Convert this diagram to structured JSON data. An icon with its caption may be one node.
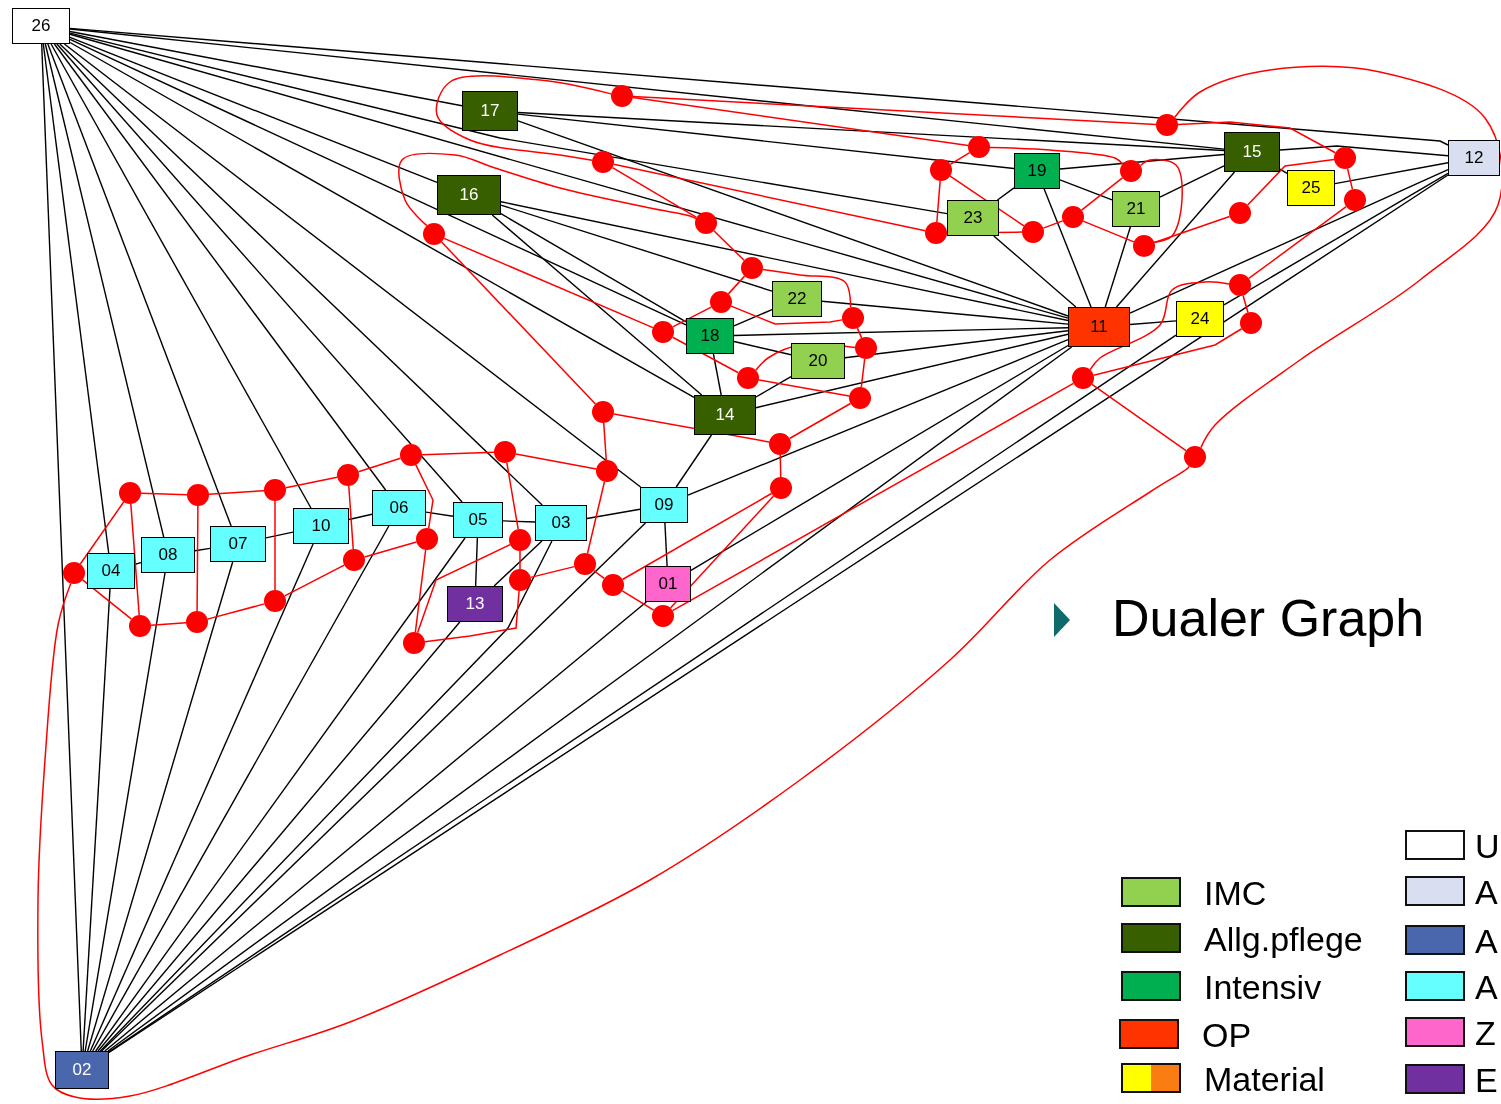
{
  "diagram": {
    "title": "Dualer Graph",
    "nodes": [
      {
        "text": [
          "26"
        ]
      },
      {
        "text": [
          "17"
        ]
      },
      {
        "text": [
          "15"
        ]
      },
      {
        "text": [
          "12"
        ]
      },
      {
        "text": [
          "19"
        ]
      },
      {
        "text": [
          "25"
        ]
      },
      {
        "text": [
          "16"
        ]
      },
      {
        "text": [
          "21"
        ]
      },
      {
        "text": [
          "23"
        ]
      },
      {
        "text": [
          "22"
        ]
      },
      {
        "text": [
          "24"
        ]
      },
      {
        "text": [
          "11"
        ]
      },
      {
        "text": [
          "18"
        ]
      },
      {
        "text": [
          "20"
        ]
      },
      {
        "text": [
          "14"
        ]
      },
      {
        "text": [
          "09"
        ]
      },
      {
        "text": [
          "06"
        ]
      },
      {
        "text": [
          "05"
        ]
      },
      {
        "text": [
          "03"
        ]
      },
      {
        "text": [
          "10"
        ]
      },
      {
        "text": [
          "07"
        ]
      },
      {
        "text": [
          "08"
        ]
      },
      {
        "text": [
          "04"
        ]
      },
      {
        "text": [
          "01"
        ]
      },
      {
        "text": [
          "13"
        ]
      },
      {
        "text": [
          "02"
        ]
      },
      {
        "text": [],
        "shape": "circle"
      },
      {
        "text": [],
        "shape": "circle"
      },
      {
        "text": [],
        "shape": "circle"
      },
      {
        "text": [],
        "shape": "circle"
      },
      {
        "text": [],
        "shape": "circle"
      },
      {
        "text": [],
        "shape": "circle"
      },
      {
        "text": [],
        "shape": "circle"
      },
      {
        "text": [],
        "shape": "circle"
      },
      {
        "text": [],
        "shape": "circle"
      },
      {
        "text": [],
        "shape": "circle"
      },
      {
        "text": [],
        "shape": "circle"
      },
      {
        "text": [],
        "shape": "circle"
      },
      {
        "text": [],
        "shape": "circle"
      },
      {
        "text": [],
        "shape": "circle"
      },
      {
        "text": [],
        "shape": "circle"
      },
      {
        "text": [],
        "shape": "circle"
      },
      {
        "text": [],
        "shape": "circle"
      },
      {
        "text": [],
        "shape": "circle"
      },
      {
        "text": [],
        "shape": "circle"
      },
      {
        "text": [],
        "shape": "circle"
      },
      {
        "text": [],
        "shape": "circle"
      },
      {
        "text": [],
        "shape": "circle"
      },
      {
        "text": [],
        "shape": "circle"
      },
      {
        "text": [],
        "shape": "circle"
      },
      {
        "text": [],
        "shape": "circle"
      },
      {
        "text": [],
        "shape": "circle"
      },
      {
        "text": [],
        "shape": "circle"
      },
      {
        "text": [],
        "shape": "circle"
      },
      {
        "text": [],
        "shape": "circle"
      },
      {
        "text": [],
        "shape": "circle"
      },
      {
        "text": [],
        "shape": "circle"
      },
      {
        "text": [],
        "shape": "circle"
      },
      {
        "text": [],
        "shape": "circle"
      },
      {
        "text": [],
        "shape": "circle"
      },
      {
        "text": [],
        "shape": "circle"
      },
      {
        "text": [],
        "shape": "circle"
      },
      {
        "text": [],
        "shape": "circle"
      },
      {
        "text": [],
        "shape": "circle"
      },
      {
        "text": [],
        "shape": "circle"
      },
      {
        "text": [],
        "shape": "circle"
      },
      {
        "text": [],
        "shape": "circle"
      },
      {
        "text": [],
        "shape": "circle"
      },
      {
        "text": [],
        "shape": "circle"
      },
      {
        "text": [],
        "shape": "circle"
      },
      {
        "text": [],
        "shape": "circle"
      },
      {
        "text": [],
        "shape": "circle"
      },
      {
        "text": [],
        "shape": "circle"
      },
      {
        "text": [],
        "shape": "circle"
      }
    ],
    "edges": [
      {
        "from": 0,
        "to": 3,
        "arrow": "none"
      },
      {
        "from": 0,
        "to": 2,
        "arrow": "none"
      },
      {
        "from": 0,
        "to": 1,
        "arrow": "none"
      },
      {
        "from": 0,
        "to": 8,
        "arrow": "none"
      },
      {
        "from": 0,
        "to": 6,
        "arrow": "none"
      },
      {
        "from": 0,
        "to": 11,
        "arrow": "none"
      },
      {
        "from": 0,
        "to": 12,
        "arrow": "none"
      },
      {
        "from": 0,
        "to": 14,
        "arrow": "none"
      },
      {
        "from": 0,
        "to": 15,
        "arrow": "none"
      },
      {
        "from": 0,
        "to": 18,
        "arrow": "none"
      },
      {
        "from": 0,
        "to": 17,
        "arrow": "none"
      },
      {
        "from": 0,
        "to": 16,
        "arrow": "none"
      },
      {
        "from": 0,
        "to": 19,
        "arrow": "none"
      },
      {
        "from": 0,
        "to": 20,
        "arrow": "none"
      },
      {
        "from": 0,
        "to": 21,
        "arrow": "none"
      },
      {
        "from": 0,
        "to": 22,
        "arrow": "none"
      },
      {
        "from": 0,
        "to": 25,
        "arrow": "none"
      },
      {
        "from": 1,
        "to": 2,
        "arrow": "none"
      },
      {
        "from": 1,
        "to": 4,
        "arrow": "none"
      },
      {
        "from": 1,
        "to": 11,
        "arrow": "none"
      },
      {
        "from": 6,
        "to": 11,
        "arrow": "none"
      },
      {
        "from": 6,
        "to": 9,
        "arrow": "none"
      },
      {
        "from": 6,
        "to": 12,
        "arrow": "none"
      },
      {
        "from": 6,
        "to": 14,
        "arrow": "none"
      },
      {
        "from": 4,
        "to": 2,
        "arrow": "none"
      },
      {
        "from": 4,
        "to": 8,
        "arrow": "none"
      },
      {
        "from": 4,
        "to": 7,
        "arrow": "none"
      },
      {
        "from": 4,
        "to": 11,
        "arrow": "none"
      },
      {
        "from": 8,
        "to": 11,
        "arrow": "none"
      },
      {
        "from": 7,
        "to": 11,
        "arrow": "none"
      },
      {
        "from": 7,
        "to": 2,
        "arrow": "none"
      },
      {
        "from": 2,
        "to": 11,
        "arrow": "none"
      },
      {
        "from": 2,
        "to": 5,
        "arrow": "none"
      },
      {
        "from": 2,
        "to": 3,
        "arrow": "none"
      },
      {
        "from": 5,
        "to": 3,
        "arrow": "none"
      },
      {
        "from": 11,
        "to": 3,
        "arrow": "none"
      },
      {
        "from": 11,
        "to": 10,
        "arrow": "none"
      },
      {
        "from": 11,
        "to": 9,
        "arrow": "none"
      },
      {
        "from": 11,
        "to": 12,
        "arrow": "none"
      },
      {
        "from": 11,
        "to": 13,
        "arrow": "none"
      },
      {
        "from": 11,
        "to": 14,
        "arrow": "none"
      },
      {
        "from": 11,
        "to": 15,
        "arrow": "none"
      },
      {
        "from": 11,
        "to": 23,
        "arrow": "none"
      },
      {
        "from": 11,
        "to": 25,
        "arrow": "none"
      },
      {
        "from": 10,
        "to": 3,
        "arrow": "none"
      },
      {
        "from": 12,
        "to": 9,
        "arrow": "none"
      },
      {
        "from": 12,
        "to": 13,
        "arrow": "none"
      },
      {
        "from": 12,
        "to": 14,
        "arrow": "none"
      },
      {
        "from": 13,
        "to": 14,
        "arrow": "none"
      },
      {
        "from": 14,
        "to": 15,
        "arrow": "none"
      },
      {
        "from": 15,
        "to": 18,
        "arrow": "none"
      },
      {
        "from": 15,
        "to": 23,
        "arrow": "none"
      },
      {
        "from": 18,
        "to": 17,
        "arrow": "none"
      },
      {
        "from": 18,
        "to": 24,
        "arrow": "none"
      },
      {
        "from": 17,
        "to": 16,
        "arrow": "none"
      },
      {
        "from": 17,
        "to": 24,
        "arrow": "none"
      },
      {
        "from": 16,
        "to": 19,
        "arrow": "none"
      },
      {
        "from": 19,
        "to": 20,
        "arrow": "none"
      },
      {
        "from": 20,
        "to": 21,
        "arrow": "none"
      },
      {
        "from": 21,
        "to": 22,
        "arrow": "none"
      },
      {
        "from": 25,
        "to": 22,
        "arrow": "none"
      },
      {
        "from": 25,
        "to": 21,
        "arrow": "none"
      },
      {
        "from": 25,
        "to": 20,
        "arrow": "none"
      },
      {
        "from": 25,
        "to": 19,
        "arrow": "none"
      },
      {
        "from": 25,
        "to": 16,
        "arrow": "none"
      },
      {
        "from": 25,
        "to": 17,
        "arrow": "none"
      },
      {
        "from": 25,
        "to": 18,
        "arrow": "none"
      },
      {
        "from": 25,
        "to": 24,
        "arrow": "none"
      },
      {
        "from": 25,
        "to": 15,
        "arrow": "none"
      },
      {
        "from": 25,
        "to": 23,
        "arrow": "none"
      },
      {
        "from": 25,
        "to": 10,
        "arrow": "none"
      },
      {
        "from": 25,
        "to": 3,
        "arrow": "none"
      },
      {
        "from": 26,
        "to": 63,
        "arrow": "none",
        "color": "#ff0000"
      },
      {
        "from": 26,
        "to": 27,
        "arrow": "none",
        "color": "#ff0000"
      },
      {
        "from": 26,
        "to": 64,
        "arrow": "none",
        "color": "#ff0000"
      },
      {
        "from": 27,
        "to": 29,
        "arrow": "none",
        "color": "#ff0000"
      },
      {
        "from": 27,
        "to": 66,
        "arrow": "none",
        "color": "#ff0000"
      },
      {
        "from": 28,
        "to": 29,
        "arrow": "none",
        "color": "#ff0000"
      },
      {
        "from": 29,
        "to": 30,
        "arrow": "none",
        "color": "#ff0000"
      },
      {
        "from": 30,
        "to": 31,
        "arrow": "none",
        "color": "#ff0000"
      },
      {
        "from": 30,
        "to": 33,
        "arrow": "none",
        "color": "#ff0000"
      },
      {
        "from": 31,
        "to": 32,
        "arrow": "none",
        "color": "#ff0000"
      },
      {
        "from": 32,
        "to": 28,
        "arrow": "none",
        "color": "#ff0000"
      },
      {
        "from": 31,
        "to": 33,
        "arrow": "none",
        "color": "#ff0000"
      },
      {
        "from": 32,
        "to": 35,
        "arrow": "none",
        "color": "#ff0000"
      },
      {
        "from": 33,
        "to": 34,
        "arrow": "none",
        "color": "#ff0000"
      },
      {
        "from": 34,
        "to": 36,
        "arrow": "none",
        "color": "#ff0000"
      },
      {
        "from": 34,
        "to": 35,
        "arrow": "none",
        "color": "#ff0000"
      },
      {
        "from": 35,
        "to": 36,
        "arrow": "none",
        "color": "#ff0000"
      },
      {
        "from": 36,
        "to": 38,
        "arrow": "none",
        "color": "#ff0000"
      },
      {
        "from": 37,
        "to": 38,
        "arrow": "none",
        "color": "#ff0000"
      },
      {
        "from": 37,
        "to": 28,
        "arrow": "none",
        "color": "#ff0000"
      },
      {
        "from": 37,
        "to": 40,
        "arrow": "none",
        "color": "#ff0000"
      },
      {
        "from": 38,
        "to": 39,
        "arrow": "none",
        "color": "#ff0000"
      },
      {
        "from": 39,
        "to": 57,
        "arrow": "none",
        "color": "#ff0000"
      },
      {
        "from": 39,
        "to": 58,
        "arrow": "none",
        "color": "#ff0000"
      },
      {
        "from": 40,
        "to": 56,
        "arrow": "none",
        "color": "#ff0000"
      },
      {
        "from": 40,
        "to": 41,
        "arrow": "none",
        "color": "#ff0000"
      },
      {
        "from": 41,
        "to": 42,
        "arrow": "none",
        "color": "#ff0000"
      },
      {
        "from": 41,
        "to": 54,
        "arrow": "none",
        "color": "#ff0000"
      },
      {
        "from": 42,
        "to": 43,
        "arrow": "none",
        "color": "#ff0000"
      },
      {
        "from": 42,
        "to": 52,
        "arrow": "none",
        "color": "#ff0000"
      },
      {
        "from": 43,
        "to": 44,
        "arrow": "none",
        "color": "#ff0000"
      },
      {
        "from": 43,
        "to": 51,
        "arrow": "none",
        "color": "#ff0000"
      },
      {
        "from": 44,
        "to": 45,
        "arrow": "none",
        "color": "#ff0000"
      },
      {
        "from": 44,
        "to": 50,
        "arrow": "none",
        "color": "#ff0000"
      },
      {
        "from": 45,
        "to": 46,
        "arrow": "none",
        "color": "#ff0000"
      },
      {
        "from": 45,
        "to": 49,
        "arrow": "none",
        "color": "#ff0000"
      },
      {
        "from": 46,
        "to": 47,
        "arrow": "none",
        "color": "#ff0000"
      },
      {
        "from": 46,
        "to": 48,
        "arrow": "none",
        "color": "#ff0000"
      },
      {
        "from": 47,
        "to": 48,
        "arrow": "none",
        "color": "#ff0000"
      },
      {
        "from": 47,
        "to": 60,
        "arrow": "none",
        "color": "#ff0000"
      },
      {
        "from": 48,
        "to": 49,
        "arrow": "none",
        "color": "#ff0000"
      },
      {
        "from": 49,
        "to": 50,
        "arrow": "none",
        "color": "#ff0000"
      },
      {
        "from": 50,
        "to": 51,
        "arrow": "none",
        "color": "#ff0000"
      },
      {
        "from": 51,
        "to": 52,
        "arrow": "none",
        "color": "#ff0000"
      },
      {
        "from": 52,
        "to": 53,
        "arrow": "none",
        "color": "#ff0000"
      },
      {
        "from": 53,
        "to": 54,
        "arrow": "none",
        "color": "#ff0000"
      },
      {
        "from": 53,
        "to": 55,
        "arrow": "none",
        "color": "#ff0000"
      },
      {
        "from": 54,
        "to": 55,
        "arrow": "none",
        "color": "#ff0000"
      },
      {
        "from": 55,
        "to": 56,
        "arrow": "none",
        "color": "#ff0000"
      },
      {
        "from": 56,
        "to": 57,
        "arrow": "none",
        "color": "#ff0000"
      },
      {
        "from": 57,
        "to": 58,
        "arrow": "none",
        "color": "#ff0000"
      },
      {
        "from": 58,
        "to": 59,
        "arrow": "none",
        "color": "#ff0000"
      },
      {
        "from": 59,
        "to": 62,
        "arrow": "none",
        "color": "#ff0000"
      },
      {
        "from": 59,
        "to": 60,
        "arrow": "none",
        "color": "#ff0000"
      },
      {
        "from": 59,
        "to": 61,
        "arrow": "none",
        "color": "#ff0000"
      },
      {
        "from": 61,
        "to": 62,
        "arrow": "none",
        "color": "#ff0000"
      },
      {
        "from": 61,
        "to": 73,
        "arrow": "none",
        "color": "#ff0000"
      },
      {
        "from": 60,
        "to": 63,
        "arrow": "none",
        "color": "#ff0000"
      },
      {
        "from": 63,
        "to": 72,
        "arrow": "none",
        "color": "#ff0000"
      },
      {
        "from": 72,
        "to": 73,
        "arrow": "none",
        "color": "#ff0000"
      },
      {
        "from": 72,
        "to": 71,
        "arrow": "none",
        "color": "#ff0000"
      },
      {
        "from": 71,
        "to": 70,
        "arrow": "none",
        "color": "#ff0000"
      },
      {
        "from": 70,
        "to": 69,
        "arrow": "none",
        "color": "#ff0000"
      },
      {
        "from": 70,
        "to": 68,
        "arrow": "none",
        "color": "#ff0000"
      },
      {
        "from": 68,
        "to": 69,
        "arrow": "none",
        "color": "#ff0000"
      },
      {
        "from": 68,
        "to": 67,
        "arrow": "none",
        "color": "#ff0000"
      },
      {
        "from": 67,
        "to": 65,
        "arrow": "none",
        "color": "#ff0000"
      },
      {
        "from": 67,
        "to": 66,
        "arrow": "none",
        "color": "#ff0000"
      },
      {
        "from": 66,
        "to": 65,
        "arrow": "none",
        "color": "#ff0000"
      },
      {
        "from": 65,
        "to": 64,
        "arrow": "none",
        "color": "#ff0000"
      },
      {
        "from": 64,
        "to": 69,
        "arrow": "none",
        "color": "#ff0000"
      }
    ],
    "legend": [
      {
        "text": "IMC",
        "color": "#92d050"
      },
      {
        "text": "Allg.pflege",
        "color": "#375f00"
      },
      {
        "text": "Intensiv",
        "color": "#00b050"
      },
      {
        "text": "OP",
        "color": "#ff3300"
      },
      {
        "text": "Material"
      },
      {
        "text": "U",
        "color": "#ffffff"
      },
      {
        "text": "A",
        "color": "#d9dff0"
      },
      {
        "text": "A",
        "color": "#4a66ad"
      },
      {
        "text": "A",
        "color": "#66ffff"
      },
      {
        "text": "Z",
        "color": "#ff66cc"
      },
      {
        "text": "E",
        "color": "#7030a0"
      }
    ]
  }
}
